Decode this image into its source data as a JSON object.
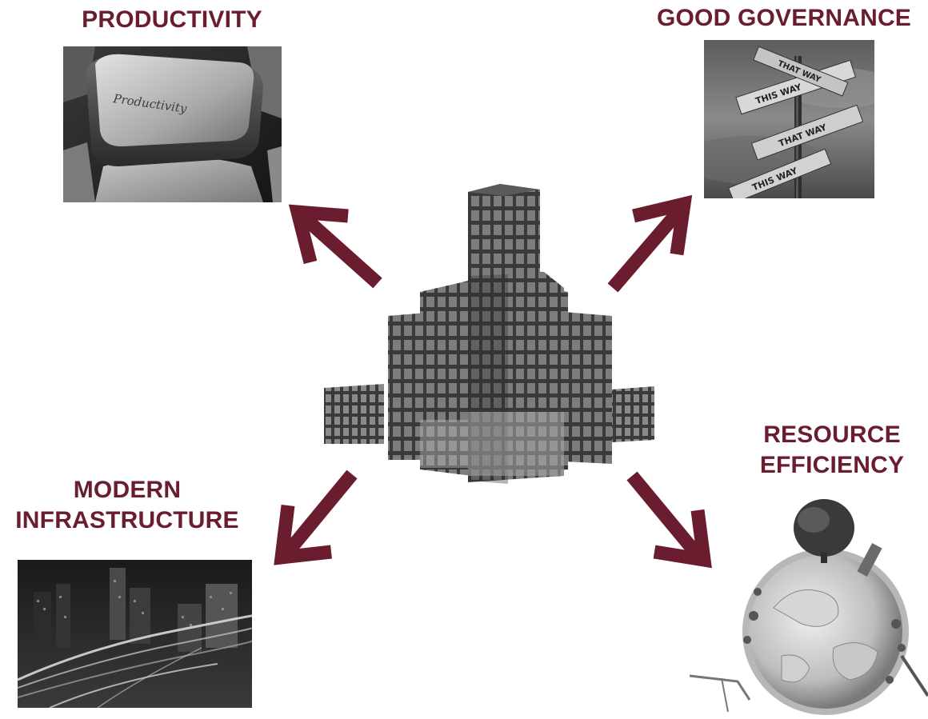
{
  "nodes": {
    "productivity": {
      "label": "PRODUCTIVITY",
      "key_text": "Productivity"
    },
    "governance": {
      "label": "GOOD GOVERNANCE",
      "sign_texts": [
        "THIS WAY",
        "THAT WAY",
        "THAT WAY",
        "THIS WAY"
      ]
    },
    "infrastructure": {
      "label_lines": [
        "MODERN",
        "INFRASTRUCTURE"
      ]
    },
    "resource": {
      "label_lines": [
        "RESOURCE",
        "EFFICIENCY"
      ]
    }
  },
  "colors": {
    "accent": "#6b1d30",
    "arrow": "#6b1d30"
  },
  "icons": {
    "center": "city-building-icon",
    "productivity": "keyboard-key-icon",
    "governance": "signpost-icon",
    "infrastructure": "night-city-icon",
    "resource": "globe-tree-icon"
  }
}
